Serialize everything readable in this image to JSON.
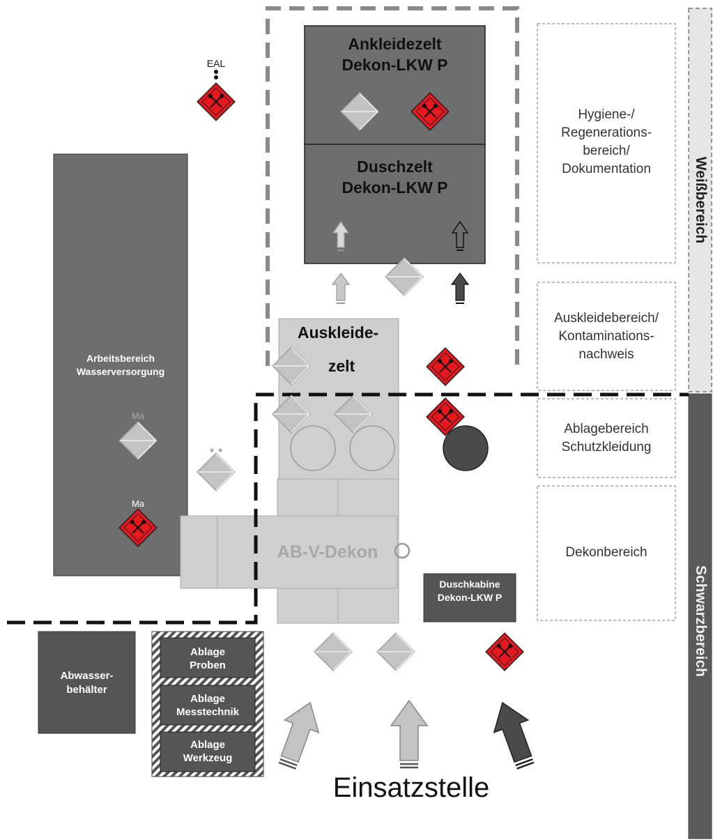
{
  "areas": {
    "ankleidezelt": "Ankleidezelt\nDekon-LKW P",
    "duschzelt": "Duschzelt\nDekon-LKW P",
    "auskleidezelt_line1": "Auskleide-",
    "auskleidezelt_line2": "zelt",
    "arbeitsbereich": "Arbeitsbereich\nWasserversorgung",
    "ab_v_dekon": "AB-V-Dekon",
    "duschkabine": "Duschkabine\nDekon-LKW P",
    "abwasser": "Abwasser-\nbehälter",
    "ablage_proben": "Ablage\nProben",
    "ablage_messtechnik": "Ablage\nMesstechnik",
    "ablage_werkzeug": "Ablage\nWerkzeug",
    "einsatzstelle": "Einsatzstelle"
  },
  "right_zones": {
    "hygiene": "Hygiene-/\nRegenerations-\nbereich/\nDokumentation",
    "auskleidebereich": "Auskleidebereich/\nKontaminations-\nnachweis",
    "ablagebereich": "Ablagebereich\nSchutzkleidung",
    "dekonbereich": "Dekonbereich"
  },
  "side_bands": {
    "weiss": "Weißbereich",
    "schwarz": "Schwarzbereich"
  },
  "markers": {
    "eal": "EAL",
    "ma_gray": "Ma",
    "ma_red": "Ma"
  },
  "colors": {
    "dark_gray": "#5f5f5f",
    "mid_gray": "#6e6e6e",
    "light_gray": "#c8c8c8",
    "red": "#e8171d"
  }
}
